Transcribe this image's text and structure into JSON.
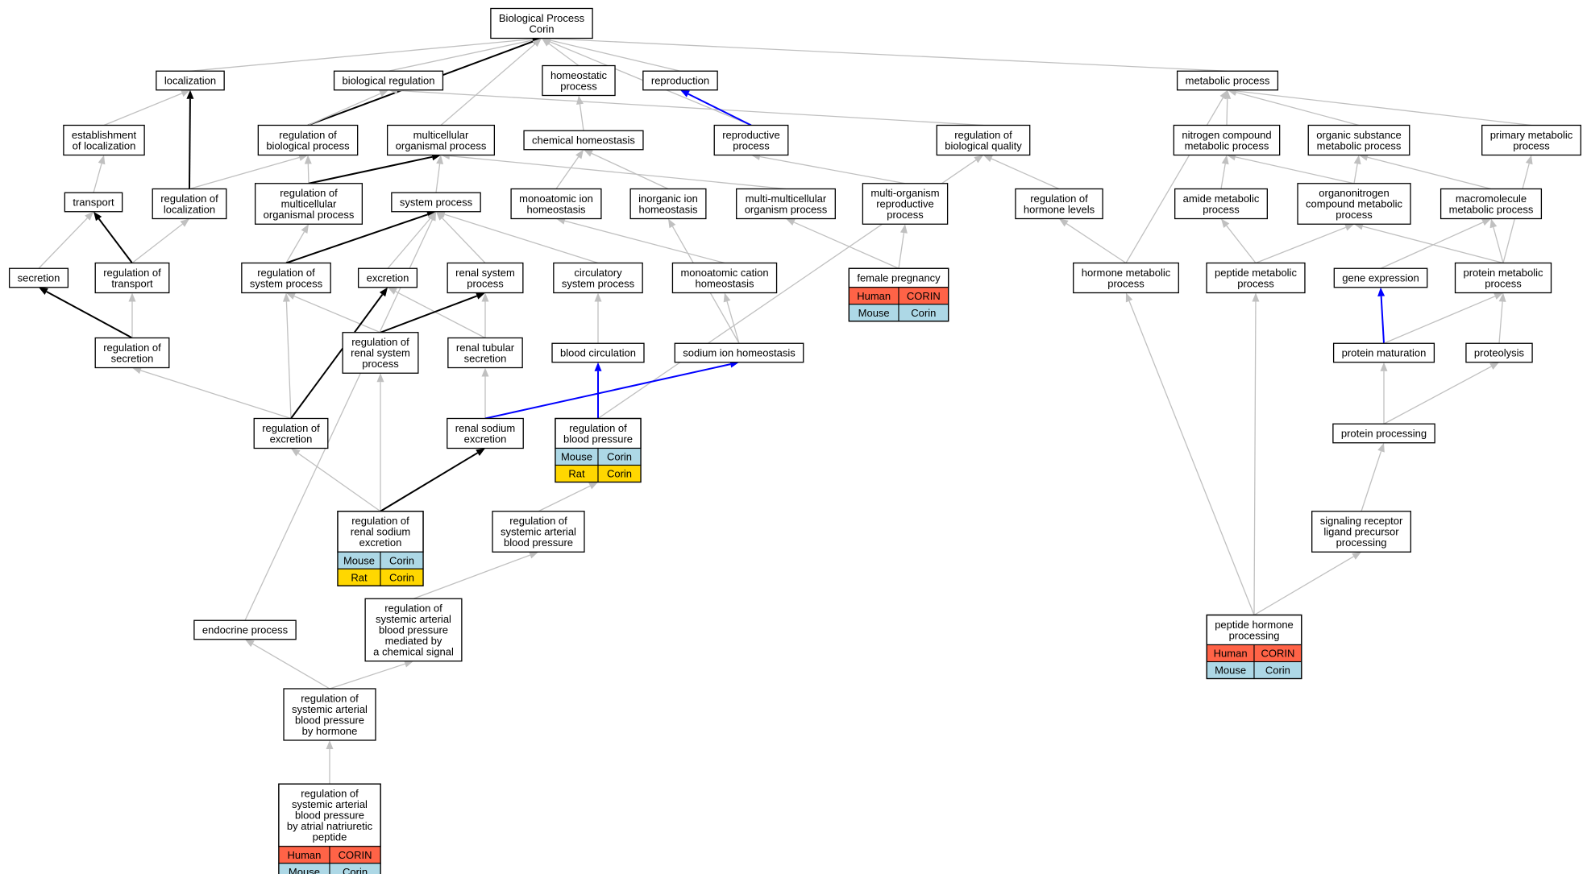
{
  "colors": {
    "human": "#ff6347",
    "mouse": "#add8e6",
    "rat": "#ffd700",
    "edge_gray": "#c0c0c0",
    "edge_black": "#000000",
    "edge_blue": "#0000ff"
  },
  "nodes": [
    {
      "id": "root",
      "label": [
        "Biological Process",
        "Corin"
      ]
    },
    {
      "id": "localization",
      "label": [
        "localization"
      ]
    },
    {
      "id": "bioreg",
      "label": [
        "biological regulation"
      ]
    },
    {
      "id": "homeostatic",
      "label": [
        "homeostatic",
        "process"
      ]
    },
    {
      "id": "reproduction",
      "label": [
        "reproduction"
      ]
    },
    {
      "id": "metabolic",
      "label": [
        "metabolic process"
      ]
    },
    {
      "id": "estloc",
      "label": [
        "establishment",
        "of localization"
      ]
    },
    {
      "id": "regbio",
      "label": [
        "regulation of",
        "biological process"
      ]
    },
    {
      "id": "multicell",
      "label": [
        "multicellular",
        "organismal process"
      ]
    },
    {
      "id": "chemhomeo",
      "label": [
        "chemical homeostasis"
      ]
    },
    {
      "id": "reproproc",
      "label": [
        "reproductive",
        "process"
      ]
    },
    {
      "id": "regbioqual",
      "label": [
        "regulation of",
        "biological quality"
      ]
    },
    {
      "id": "nitrogen",
      "label": [
        "nitrogen compound",
        "metabolic process"
      ]
    },
    {
      "id": "organicsub",
      "label": [
        "organic substance",
        "metabolic process"
      ]
    },
    {
      "id": "primary",
      "label": [
        "primary metabolic",
        "process"
      ]
    },
    {
      "id": "transport",
      "label": [
        "transport"
      ]
    },
    {
      "id": "regloc",
      "label": [
        "regulation of",
        "localization"
      ]
    },
    {
      "id": "regmulti",
      "label": [
        "regulation of",
        "multicellular",
        "organismal process"
      ]
    },
    {
      "id": "sysproc",
      "label": [
        "system process"
      ]
    },
    {
      "id": "monoion",
      "label": [
        "monoatomic ion",
        "homeostasis"
      ]
    },
    {
      "id": "inorgion",
      "label": [
        "inorganic ion",
        "homeostasis"
      ]
    },
    {
      "id": "multimulti",
      "label": [
        "multi-multicellular",
        "organism process"
      ]
    },
    {
      "id": "multiorg",
      "label": [
        "multi-organism",
        "reproductive",
        "process"
      ]
    },
    {
      "id": "reghormlev",
      "label": [
        "regulation of",
        "hormone levels"
      ]
    },
    {
      "id": "amide",
      "label": [
        "amide metabolic",
        "process"
      ]
    },
    {
      "id": "organonit",
      "label": [
        "organonitrogen",
        "compound metabolic",
        "process"
      ]
    },
    {
      "id": "macromol",
      "label": [
        "macromolecule",
        "metabolic process"
      ]
    },
    {
      "id": "secretion",
      "label": [
        "secretion"
      ]
    },
    {
      "id": "regtransport",
      "label": [
        "regulation of",
        "transport"
      ]
    },
    {
      "id": "regsys",
      "label": [
        "regulation of",
        "system process"
      ]
    },
    {
      "id": "excretion",
      "label": [
        "excretion"
      ]
    },
    {
      "id": "renalsys",
      "label": [
        "renal system",
        "process"
      ]
    },
    {
      "id": "circsys",
      "label": [
        "circulatory",
        "system process"
      ]
    },
    {
      "id": "monocation",
      "label": [
        "monoatomic cation",
        "homeostasis"
      ]
    },
    {
      "id": "femalepreg",
      "label": [
        "female pregnancy"
      ],
      "orgs": [
        [
          "Human",
          "CORIN",
          "human"
        ],
        [
          "Mouse",
          "Corin",
          "mouse"
        ]
      ]
    },
    {
      "id": "hormmeta",
      "label": [
        "hormone metabolic",
        "process"
      ]
    },
    {
      "id": "peptmeta",
      "label": [
        "peptide metabolic",
        "process"
      ]
    },
    {
      "id": "geneexpr",
      "label": [
        "gene expression"
      ]
    },
    {
      "id": "protmeta",
      "label": [
        "protein metabolic",
        "process"
      ]
    },
    {
      "id": "regsecretion",
      "label": [
        "regulation of",
        "secretion"
      ]
    },
    {
      "id": "regrenalsys",
      "label": [
        "regulation of",
        "renal system",
        "process"
      ]
    },
    {
      "id": "renaltub",
      "label": [
        "renal tubular",
        "secretion"
      ]
    },
    {
      "id": "bloodcirc",
      "label": [
        "blood circulation"
      ]
    },
    {
      "id": "sodiumhomeo",
      "label": [
        "sodium ion homeostasis"
      ]
    },
    {
      "id": "protmat",
      "label": [
        "protein maturation"
      ]
    },
    {
      "id": "proteolysis",
      "label": [
        "proteolysis"
      ]
    },
    {
      "id": "regexcretion",
      "label": [
        "regulation of",
        "excretion"
      ]
    },
    {
      "id": "renalsodium",
      "label": [
        "renal sodium",
        "excretion"
      ]
    },
    {
      "id": "regbp",
      "label": [
        "regulation of",
        "blood pressure"
      ],
      "orgs": [
        [
          "Mouse",
          "Corin",
          "mouse"
        ],
        [
          "Rat",
          "Corin",
          "rat"
        ]
      ]
    },
    {
      "id": "protproc",
      "label": [
        "protein processing"
      ]
    },
    {
      "id": "regrenalsod",
      "label": [
        "regulation of",
        "renal sodium",
        "excretion"
      ],
      "orgs": [
        [
          "Mouse",
          "Corin",
          "mouse"
        ],
        [
          "Rat",
          "Corin",
          "rat"
        ]
      ]
    },
    {
      "id": "regsysart",
      "label": [
        "regulation of",
        "systemic arterial",
        "blood pressure"
      ]
    },
    {
      "id": "signal",
      "label": [
        "signaling receptor",
        "ligand precursor",
        "processing"
      ]
    },
    {
      "id": "endocrine",
      "label": [
        "endocrine process"
      ]
    },
    {
      "id": "regsaChem",
      "label": [
        "regulation of",
        "systemic arterial",
        "blood pressure",
        "mediated by",
        "a chemical signal"
      ]
    },
    {
      "id": "pepthorm",
      "label": [
        "peptide hormone",
        "processing"
      ],
      "orgs": [
        [
          "Human",
          "CORIN",
          "human"
        ],
        [
          "Mouse",
          "Corin",
          "mouse"
        ]
      ]
    },
    {
      "id": "regsaHorm",
      "label": [
        "regulation of",
        "systemic arterial",
        "blood pressure",
        "by hormone"
      ]
    },
    {
      "id": "regsaANP",
      "label": [
        "regulation of",
        "systemic arterial",
        "blood pressure",
        "by atrial natriuretic",
        "peptide"
      ],
      "orgs": [
        [
          "Human",
          "CORIN",
          "human"
        ],
        [
          "Mouse",
          "Corin",
          "mouse"
        ]
      ]
    }
  ],
  "edges": [
    [
      "localization",
      "root",
      "gray"
    ],
    [
      "bioreg",
      "root",
      "gray"
    ],
    [
      "homeostatic",
      "root",
      "gray"
    ],
    [
      "reproduction",
      "root",
      "gray"
    ],
    [
      "metabolic",
      "root",
      "gray"
    ],
    [
      "regbio",
      "root",
      "black"
    ],
    [
      "multicell",
      "root",
      "gray"
    ],
    [
      "reproproc",
      "root",
      "gray"
    ],
    [
      "estloc",
      "localization",
      "gray"
    ],
    [
      "regloc",
      "localization",
      "black"
    ],
    [
      "regbio",
      "bioreg",
      "gray"
    ],
    [
      "regbioqual",
      "bioreg",
      "gray"
    ],
    [
      "chemhomeo",
      "homeostatic",
      "gray"
    ],
    [
      "reproproc",
      "reproduction",
      "blue"
    ],
    [
      "nitrogen",
      "metabolic",
      "gray"
    ],
    [
      "organicsub",
      "metabolic",
      "gray"
    ],
    [
      "primary",
      "metabolic",
      "gray"
    ],
    [
      "hormmeta",
      "metabolic",
      "gray"
    ],
    [
      "transport",
      "estloc",
      "gray"
    ],
    [
      "regloc",
      "regbio",
      "gray"
    ],
    [
      "regmulti",
      "regbio",
      "gray"
    ],
    [
      "regmulti",
      "multicell",
      "black"
    ],
    [
      "sysproc",
      "multicell",
      "gray"
    ],
    [
      "multimulti",
      "multicell",
      "gray"
    ],
    [
      "monoion",
      "chemhomeo",
      "gray"
    ],
    [
      "inorgion",
      "chemhomeo",
      "gray"
    ],
    [
      "multiorg",
      "reproproc",
      "gray"
    ],
    [
      "reghormlev",
      "regbioqual",
      "gray"
    ],
    [
      "regbp",
      "regbioqual",
      "gray"
    ],
    [
      "amide",
      "nitrogen",
      "gray"
    ],
    [
      "organonit",
      "nitrogen",
      "gray"
    ],
    [
      "organonit",
      "organicsub",
      "gray"
    ],
    [
      "macromol",
      "organicsub",
      "gray"
    ],
    [
      "protmeta",
      "primary",
      "gray"
    ],
    [
      "secretion",
      "transport",
      "gray"
    ],
    [
      "regtransport",
      "transport",
      "black"
    ],
    [
      "regtransport",
      "regloc",
      "gray"
    ],
    [
      "regsys",
      "regmulti",
      "gray"
    ],
    [
      "regsys",
      "sysproc",
      "black"
    ],
    [
      "excretion",
      "sysproc",
      "gray"
    ],
    [
      "renalsys",
      "sysproc",
      "gray"
    ],
    [
      "circsys",
      "sysproc",
      "gray"
    ],
    [
      "endocrine",
      "sysproc",
      "gray"
    ],
    [
      "monocation",
      "monoion",
      "gray"
    ],
    [
      "sodiumhomeo",
      "inorgion",
      "gray"
    ],
    [
      "femalepreg",
      "multimulti",
      "gray"
    ],
    [
      "femalepreg",
      "multiorg",
      "gray"
    ],
    [
      "hormmeta",
      "reghormlev",
      "gray"
    ],
    [
      "peptmeta",
      "amide",
      "gray"
    ],
    [
      "peptmeta",
      "organonit",
      "gray"
    ],
    [
      "protmeta",
      "organonit",
      "gray"
    ],
    [
      "geneexpr",
      "macromol",
      "gray"
    ],
    [
      "protmeta",
      "macromol",
      "gray"
    ],
    [
      "regsecretion",
      "secretion",
      "black"
    ],
    [
      "regsecretion",
      "regtransport",
      "gray"
    ],
    [
      "regexcretion",
      "regsys",
      "gray"
    ],
    [
      "regrenalsys",
      "regsys",
      "gray"
    ],
    [
      "regexcretion",
      "excretion",
      "black"
    ],
    [
      "renaltub",
      "excretion",
      "gray"
    ],
    [
      "regrenalsys",
      "renalsys",
      "black"
    ],
    [
      "renaltub",
      "renalsys",
      "gray"
    ],
    [
      "bloodcirc",
      "circsys",
      "gray"
    ],
    [
      "sodiumhomeo",
      "monocation",
      "gray"
    ],
    [
      "protmat",
      "geneexpr",
      "blue"
    ],
    [
      "protmat",
      "protmeta",
      "gray"
    ],
    [
      "proteolysis",
      "protmeta",
      "gray"
    ],
    [
      "regexcretion",
      "regsecretion",
      "gray"
    ],
    [
      "regrenalsod",
      "regrenalsys",
      "gray"
    ],
    [
      "renalsodium",
      "renaltub",
      "gray"
    ],
    [
      "renalsodium",
      "sodiumhomeo",
      "blue"
    ],
    [
      "regbp",
      "bloodcirc",
      "blue"
    ],
    [
      "protproc",
      "protmat",
      "gray"
    ],
    [
      "protproc",
      "proteolysis",
      "gray"
    ],
    [
      "regrenalsod",
      "regexcretion",
      "gray"
    ],
    [
      "regrenalsod",
      "renalsodium",
      "black"
    ],
    [
      "regsysart",
      "regbp",
      "gray"
    ],
    [
      "signal",
      "protproc",
      "gray"
    ],
    [
      "regsaChem",
      "regsysart",
      "gray"
    ],
    [
      "pepthorm",
      "hormmeta",
      "gray"
    ],
    [
      "pepthorm",
      "peptmeta",
      "gray"
    ],
    [
      "pepthorm",
      "signal",
      "gray"
    ],
    [
      "regsaHorm",
      "endocrine",
      "gray"
    ],
    [
      "regsaHorm",
      "regsaChem",
      "gray"
    ],
    [
      "regsaANP",
      "regsaHorm",
      "gray"
    ]
  ]
}
